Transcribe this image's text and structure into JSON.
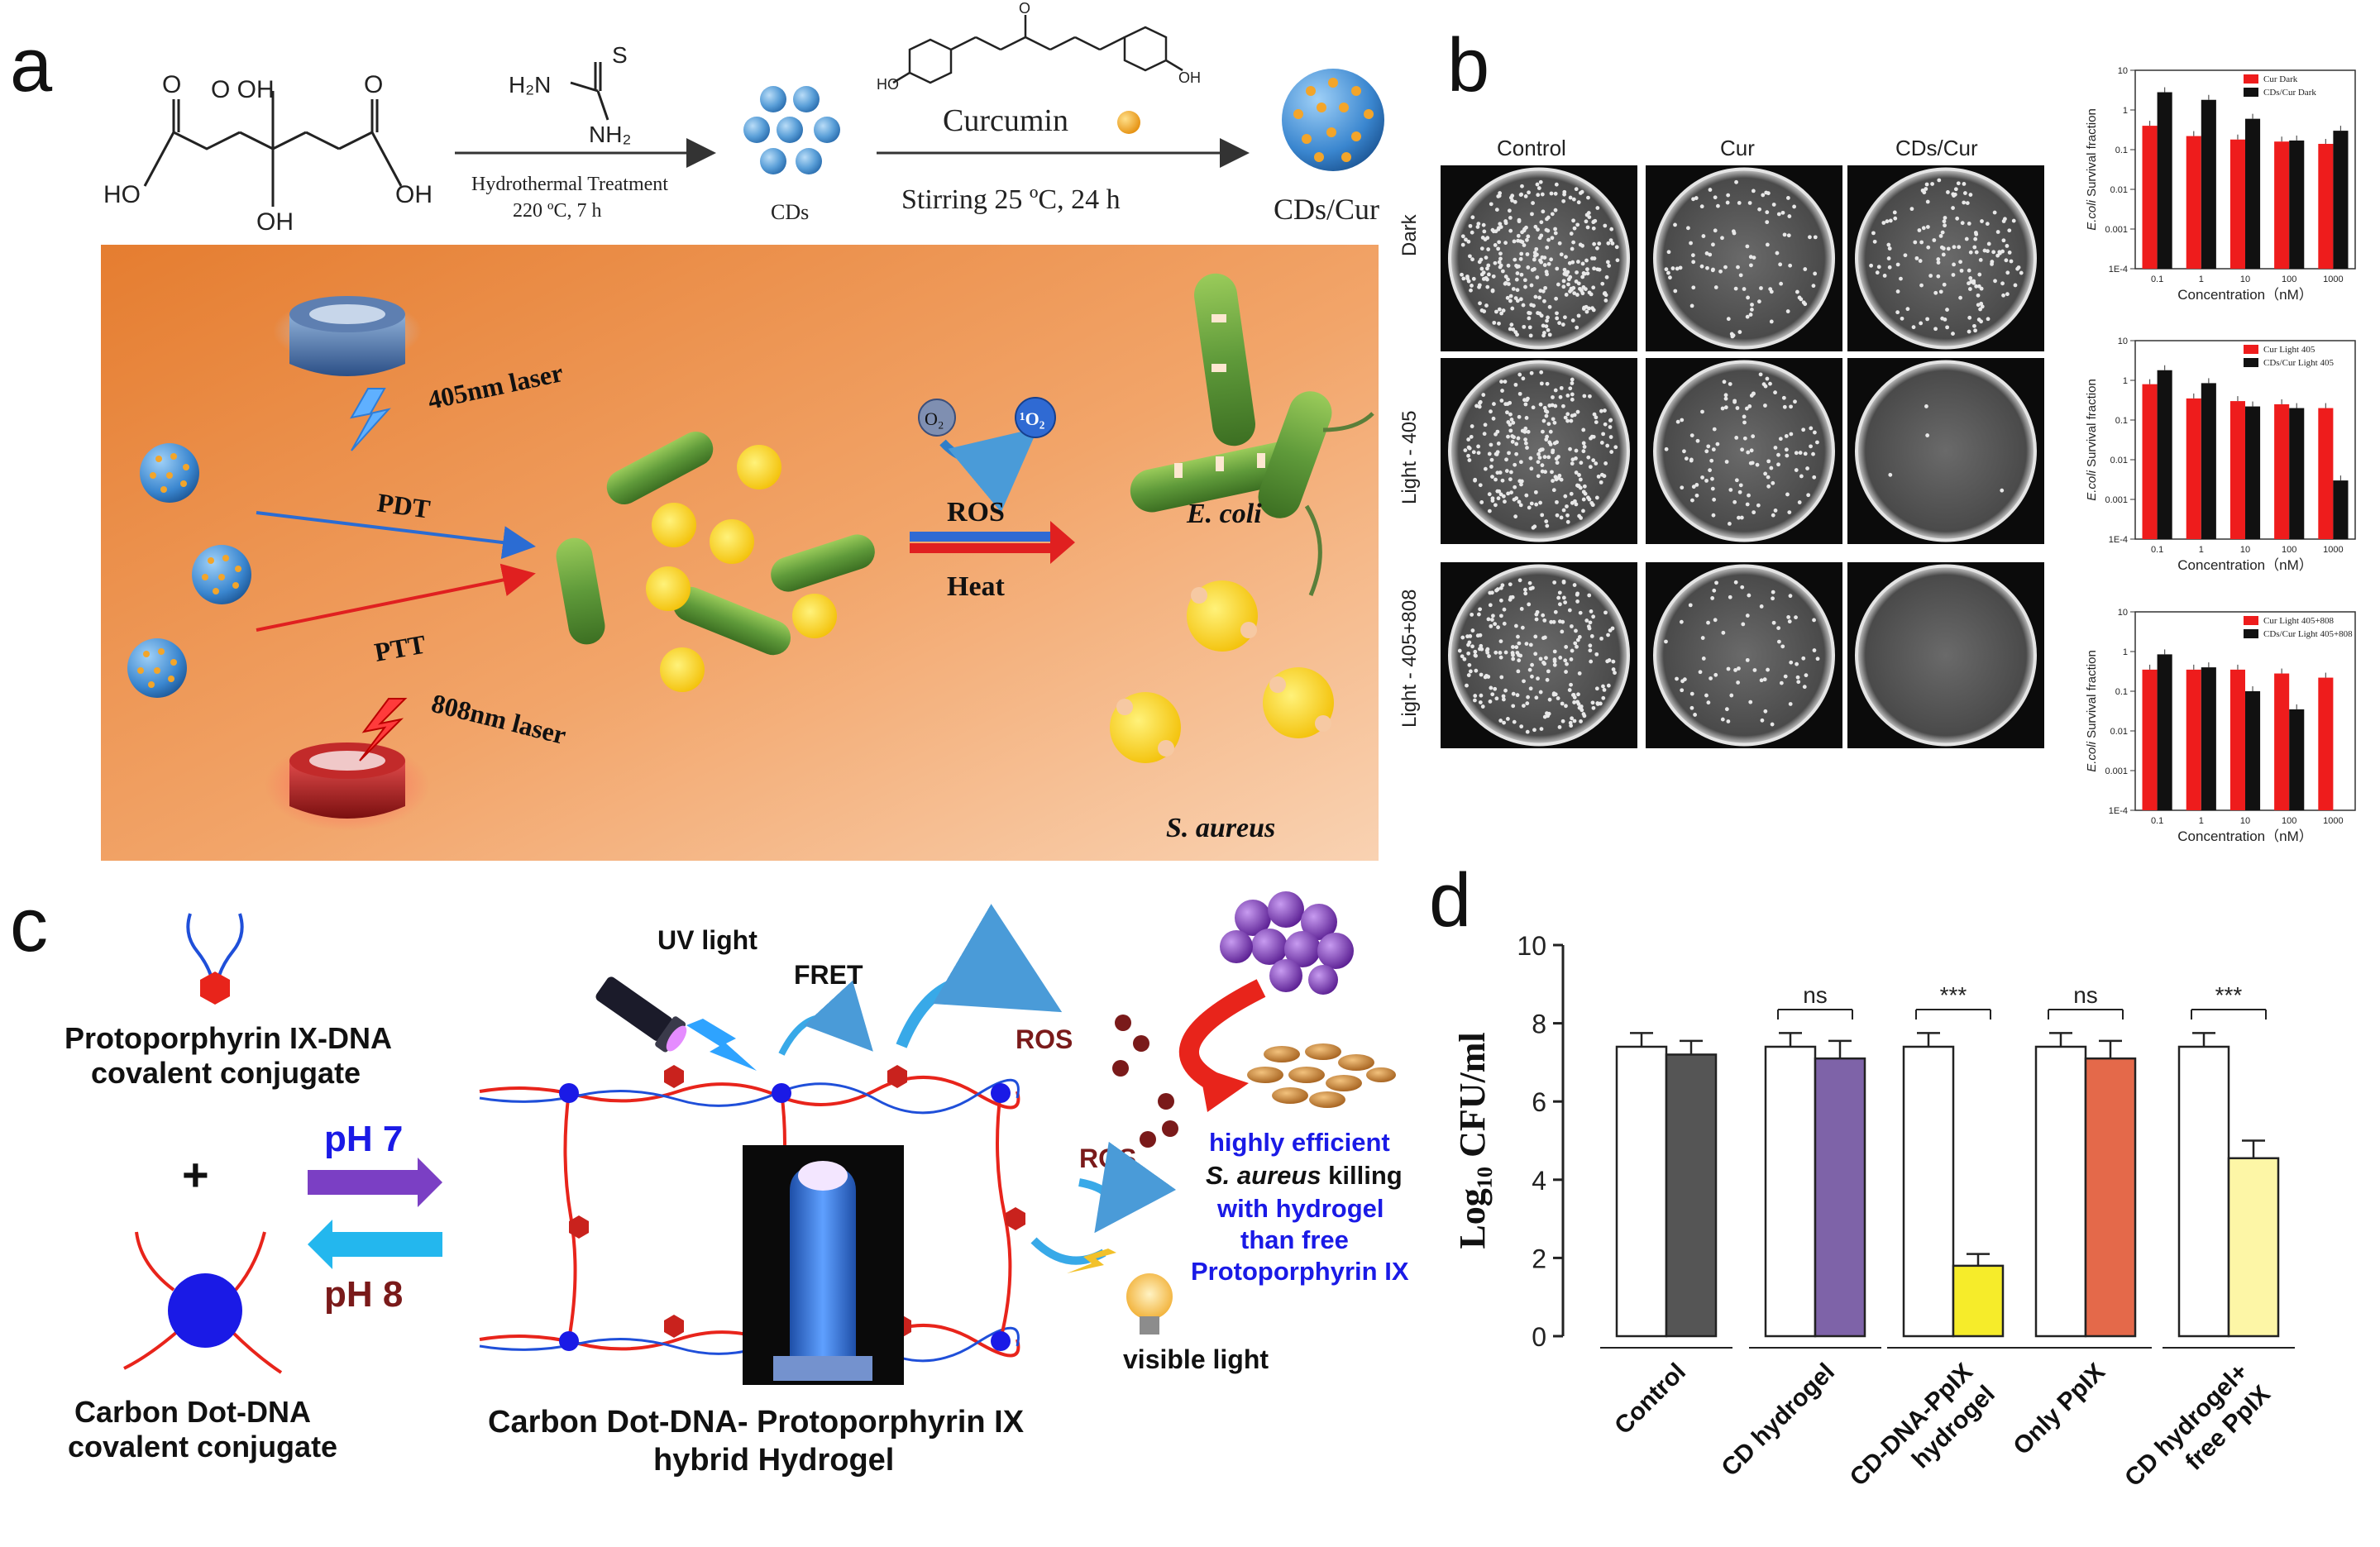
{
  "panels": {
    "a": {
      "letter": "a",
      "chem": {
        "oh_top": "O OH",
        "o_left": "O",
        "o_right": "O",
        "ho_left": "HO",
        "oh_right": "OH",
        "oh_bottom": "OH",
        "thiourea_s": "S",
        "thiourea_h2n": "H₂N",
        "thiourea_nh2": "NH₂",
        "step1_line1": "Hydrothermal Treatment",
        "step1_line2": "220 ºC, 7 h",
        "cds_label": "CDs",
        "curcumin_label": "Curcumin",
        "step2": "Stirring   25 ºC, 24 h",
        "cdscur_label": "CDs/Cur"
      },
      "scheme": {
        "laser405": "405nm laser",
        "laser808": "808nm laser",
        "pdt": "PDT",
        "ptt": "PTT",
        "o2": "O₂",
        "singlet_o2": "¹O₂",
        "ros": "ROS",
        "heat": "Heat",
        "ecoli": "E. coli",
        "saureus": "S. aureus"
      },
      "colors": {
        "bg_left": "#e8873c",
        "bg_right": "#f6c9a3",
        "bacteria_green": "#5f9a3a",
        "cocci_yellow": "#f2c000"
      }
    },
    "b": {
      "letter": "b",
      "columns": [
        "Control",
        "Cur",
        "CDs/Cur"
      ],
      "rows": [
        "Dark",
        "Light - 405",
        "Light - 405+808"
      ],
      "chart_data": [
        {
          "type": "bar",
          "ylabel": "E.coli Survival fraction",
          "xlabel": "Concentration（nM）",
          "categories": [
            "0.1",
            "1",
            "10",
            "100",
            "1000"
          ],
          "yscale": "log",
          "ylim": [
            0.0001,
            10
          ],
          "yticks": [
            "10",
            "1",
            "0.1",
            "0.01",
            "0.001",
            "1E-4"
          ],
          "series": [
            {
              "name": "Cur Dark",
              "color": "#ee1c1c",
              "values": [
                0.4,
                0.22,
                0.18,
                0.16,
                0.14
              ]
            },
            {
              "name": "CDs/Cur Dark",
              "color": "#111111",
              "values": [
                2.8,
                1.8,
                0.6,
                0.17,
                0.3
              ]
            }
          ]
        },
        {
          "type": "bar",
          "ylabel": "E.coli Survival fraction",
          "xlabel": "Concentration（nM）",
          "categories": [
            "0.1",
            "1",
            "10",
            "100",
            "1000"
          ],
          "yscale": "log",
          "ylim": [
            0.0001,
            10
          ],
          "yticks": [
            "10",
            "1",
            "0.1",
            "0.01",
            "0.001",
            "1E-4"
          ],
          "series": [
            {
              "name": "Cur Light 405",
              "color": "#ee1c1c",
              "values": [
                0.8,
                0.35,
                0.3,
                0.25,
                0.2
              ]
            },
            {
              "name": "CDs/Cur Light 405",
              "color": "#111111",
              "values": [
                1.8,
                0.85,
                0.22,
                0.2,
                0.003
              ]
            }
          ]
        },
        {
          "type": "bar",
          "ylabel": "E.coli Survival fraction",
          "xlabel": "Concentration（nM）",
          "categories": [
            "0.1",
            "1",
            "10",
            "100",
            "1000"
          ],
          "yscale": "log",
          "ylim": [
            0.0001,
            10
          ],
          "yticks": [
            "10",
            "1",
            "0.1",
            "0.01",
            "0.001",
            "1E-4"
          ],
          "series": [
            {
              "name": "Cur Light 405+808",
              "color": "#ee1c1c",
              "values": [
                0.35,
                0.35,
                0.35,
                0.28,
                0.22
              ]
            },
            {
              "name": "CDs/Cur Light 405+808",
              "color": "#111111",
              "values": [
                0.85,
                0.4,
                0.1,
                0.035,
                null
              ]
            }
          ]
        }
      ]
    },
    "c": {
      "letter": "c",
      "ppix_dna_line1": "Protoporphyrin IX-DNA",
      "ppix_dna_line2": "covalent conjugate",
      "plus": "+",
      "cd_dna_line1": "Carbon Dot-DNA",
      "cd_dna_line2": "covalent conjugate",
      "ph7": "pH 7",
      "ph8": "pH 8",
      "uv_light": "UV light",
      "fret": "FRET",
      "ros_top": "ROS",
      "ros_mid": "ROS",
      "visible_light": "visible light",
      "killing_line1": "highly efficient",
      "killing_line2_species": "S. aureus",
      "killing_line2_rest": " killing",
      "killing_line3": "with hydrogel",
      "killing_line4": "than free",
      "killing_line5": "Protoporphyrin IX",
      "hybrid_line1": "Carbon Dot-DNA- Protoporphyrin IX",
      "hybrid_line2": "hybrid Hydrogel"
    },
    "d": {
      "letter": "d",
      "chart_data": {
        "type": "bar",
        "ylabel": "Log₁₀ CFU/ml",
        "ylim": [
          0,
          10
        ],
        "yticks": [
          0,
          2,
          4,
          6,
          8,
          10
        ],
        "groups": [
          {
            "label": "Control",
            "bars": [
              {
                "value": 7.4,
                "err": 0.35,
                "fill": "#ffffff"
              },
              {
                "value": 7.2,
                "err": 0.35,
                "fill": "#555555"
              }
            ],
            "sig": ""
          },
          {
            "label": "CD hydrogel",
            "bars": [
              {
                "value": 7.4,
                "err": 0.35,
                "fill": "#ffffff"
              },
              {
                "value": 7.1,
                "err": 0.45,
                "fill": "#7e63a8"
              }
            ],
            "sig": "ns"
          },
          {
            "label": "CD-DNA-PpIX\nhydrogel",
            "bars": [
              {
                "value": 7.4,
                "err": 0.35,
                "fill": "#ffffff"
              },
              {
                "value": 1.8,
                "err": 0.3,
                "fill": "#f6ec2a"
              }
            ],
            "sig": "***"
          },
          {
            "label": "Only PpIX",
            "bars": [
              {
                "value": 7.4,
                "err": 0.35,
                "fill": "#ffffff"
              },
              {
                "value": 7.1,
                "err": 0.45,
                "fill": "#e4694a"
              }
            ],
            "sig": "ns"
          },
          {
            "label": "CD hydrogel+\nfree PpIX",
            "bars": [
              {
                "value": 7.4,
                "err": 0.35,
                "fill": "#ffffff"
              },
              {
                "value": 4.55,
                "err": 0.45,
                "fill": "#fdf6a6"
              }
            ],
            "sig": "***"
          }
        ]
      }
    }
  }
}
